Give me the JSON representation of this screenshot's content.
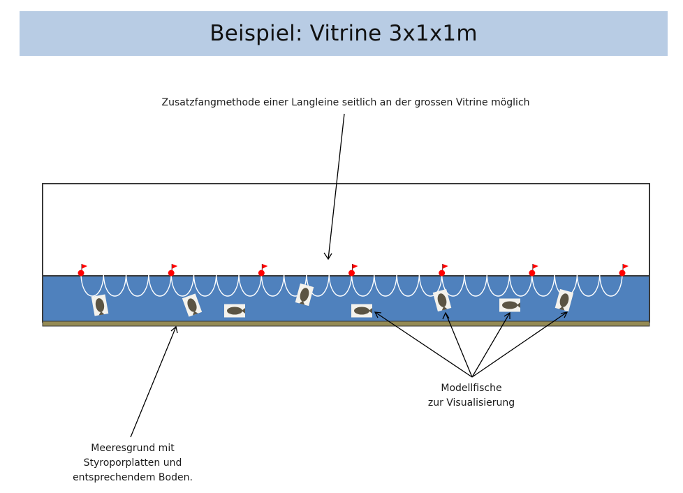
{
  "title": "Beispiel: Vitrine 3x1x1m",
  "annotations": {
    "longline": "Zusatzfangmethode einer Langleine seitlich an der grossen Vitrine möglich",
    "fish": [
      "Modellfische",
      "zur Visualisierung"
    ],
    "ground": [
      "Meeresgrund mit",
      "Styroporplatten und",
      "entsprechendem Boden."
    ]
  },
  "colors": {
    "title_bar": "#b8cce4",
    "water": "#4f81bd",
    "ground": "#948a54",
    "tank_frame": "#3a3a3a",
    "longline": "#ffffff",
    "buoy": "#ff0000",
    "arrow": "#000000"
  },
  "icons": {
    "buoy": "red-buoy-flag-icon",
    "fish": "flatfish-model-icon"
  },
  "diagram": {
    "buoy_count": 7,
    "hook_loops": 24,
    "fish_count": 8
  }
}
